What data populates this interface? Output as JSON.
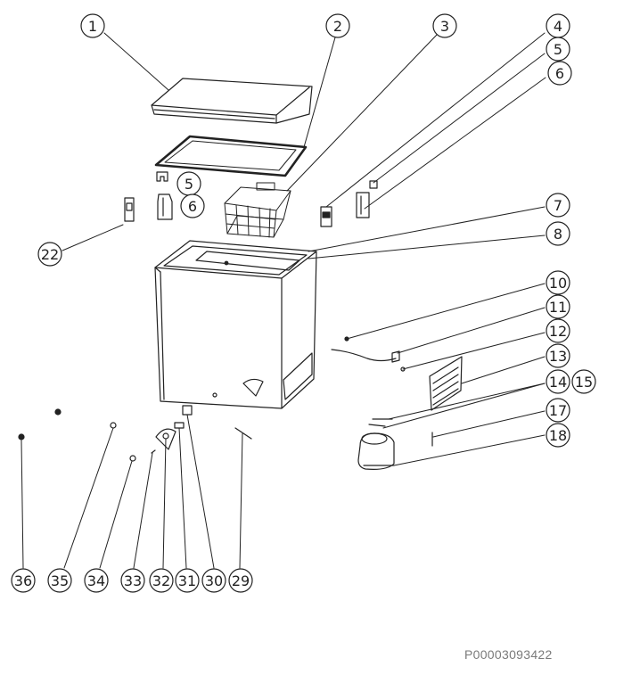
{
  "drawing": {
    "document_number": "P00003093422"
  },
  "callouts": [
    {
      "id": "c1",
      "label": "1"
    },
    {
      "id": "c2",
      "label": "2"
    },
    {
      "id": "c3",
      "label": "3"
    },
    {
      "id": "c4",
      "label": "4"
    },
    {
      "id": "c5a",
      "label": "5"
    },
    {
      "id": "c6a",
      "label": "6"
    },
    {
      "id": "c5b",
      "label": "5"
    },
    {
      "id": "c6b",
      "label": "6"
    },
    {
      "id": "c22",
      "label": "22"
    },
    {
      "id": "c7",
      "label": "7"
    },
    {
      "id": "c8",
      "label": "8"
    },
    {
      "id": "c10",
      "label": "10"
    },
    {
      "id": "c11",
      "label": "11"
    },
    {
      "id": "c12",
      "label": "12"
    },
    {
      "id": "c13",
      "label": "13"
    },
    {
      "id": "c14",
      "label": "14"
    },
    {
      "id": "c15",
      "label": "15"
    },
    {
      "id": "c17",
      "label": "17"
    },
    {
      "id": "c18",
      "label": "18"
    },
    {
      "id": "c36",
      "label": "36"
    },
    {
      "id": "c35",
      "label": "35"
    },
    {
      "id": "c34",
      "label": "34"
    },
    {
      "id": "c33",
      "label": "33"
    },
    {
      "id": "c32",
      "label": "32"
    },
    {
      "id": "c31",
      "label": "31"
    },
    {
      "id": "c30",
      "label": "30"
    },
    {
      "id": "c29",
      "label": "29"
    }
  ]
}
